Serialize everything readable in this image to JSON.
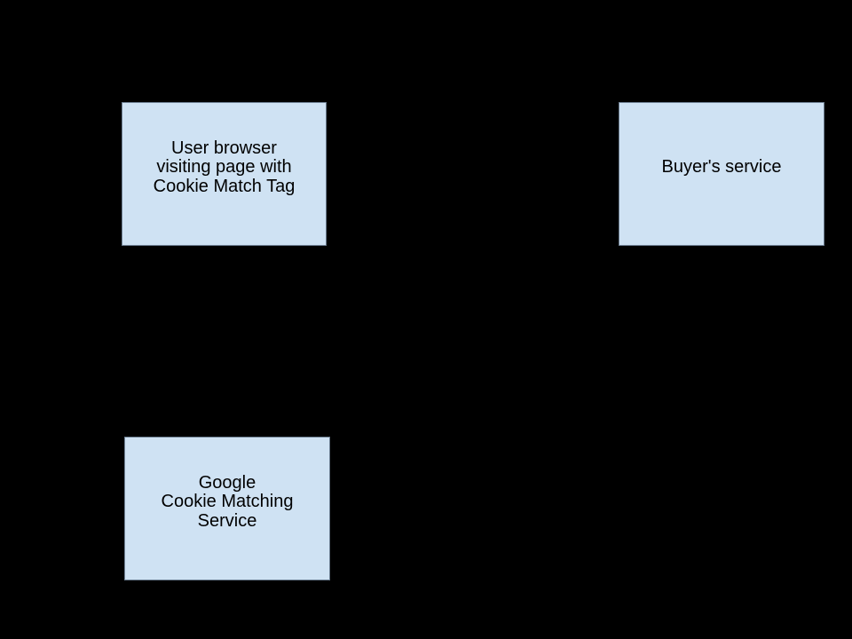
{
  "diagram": {
    "background_color": "#000000",
    "node_fill_color": "#cfe2f3",
    "node_border_color": "#6e8093",
    "node_text_color": "#000000",
    "nodes": [
      {
        "id": "user-browser",
        "lines": [
          "User browser",
          "visiting page with",
          "Cookie Match Tag"
        ]
      },
      {
        "id": "buyers-service",
        "lines": [
          "Buyer's service"
        ]
      },
      {
        "id": "google-cookie-matching-service",
        "lines": [
          "Google",
          "Cookie Matching",
          "Service"
        ]
      }
    ]
  }
}
